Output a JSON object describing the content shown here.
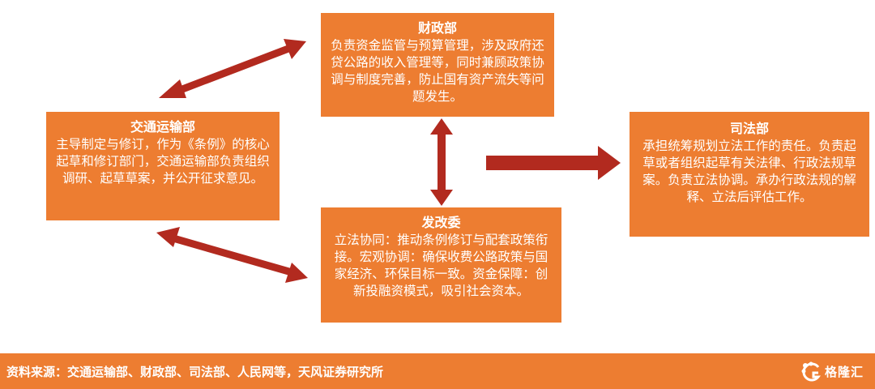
{
  "nodes": {
    "mof": {
      "title": "财政部",
      "desc": "负责资金监管与预算管理，涉及政府还贷公路的收入管理等，同时兼顾政策协调与制度完善，防止国有资产流失等问题发生。"
    },
    "mot": {
      "title": "交通运输部",
      "desc": "主导制定与修订，作为《条例》的核心起草和修订部门，交通运输部负责组织调研、起草草案，并公开征求意见。"
    },
    "ndrc": {
      "title": "发改委",
      "desc": "立法协同：推动条例修订与配套政策衔接。宏观协调：确保收费公路政策与国家经济、环保目标一致。资金保障：创新投融资模式，吸引社会资本。"
    },
    "moj": {
      "title": "司法部",
      "desc": "承担统筹规划立法工作的责任。负责起草或者组织起草有关法律、行政法规草案。负责立法协调。承办行政法规的解释、立法后评估工作。"
    }
  },
  "footer": {
    "source": "资料来源：交通运输部、财政部、司法部、人民网等，天风证券研究所",
    "logo_text": "格隆汇"
  },
  "colors": {
    "box": "#ED7D31",
    "arrow": "#B22A1F"
  }
}
